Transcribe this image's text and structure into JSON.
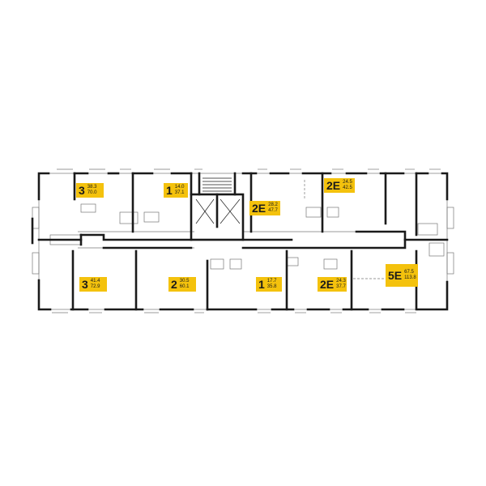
{
  "floorplan": {
    "colors": {
      "wall": "#1a1a1a",
      "thin": "#555555",
      "tag": "#f4c20d",
      "text": "#1a1a1a"
    },
    "apartments": [
      {
        "id": "a1",
        "rooms": "3",
        "area_living": "38.3",
        "area_total": "70.0"
      },
      {
        "id": "a2",
        "rooms": "1",
        "area_living": "14.0",
        "area_total": "37.1"
      },
      {
        "id": "a3",
        "rooms": "2E",
        "area_living": "28.2",
        "area_total": "47.7"
      },
      {
        "id": "a4",
        "rooms": "2E",
        "area_living": "24.5",
        "area_total": "42.5"
      },
      {
        "id": "a5",
        "rooms": "3",
        "area_living": "41.4",
        "area_total": "72.9"
      },
      {
        "id": "a6",
        "rooms": "2",
        "area_living": "30.5",
        "area_total": "60.1"
      },
      {
        "id": "a7",
        "rooms": "1",
        "area_living": "17.7",
        "area_total": "35.8"
      },
      {
        "id": "a8",
        "rooms": "2E",
        "area_living": "24.3",
        "area_total": "37.7"
      },
      {
        "id": "a9",
        "rooms": "5E",
        "area_living": "67.5",
        "area_total": "113.8"
      }
    ]
  }
}
